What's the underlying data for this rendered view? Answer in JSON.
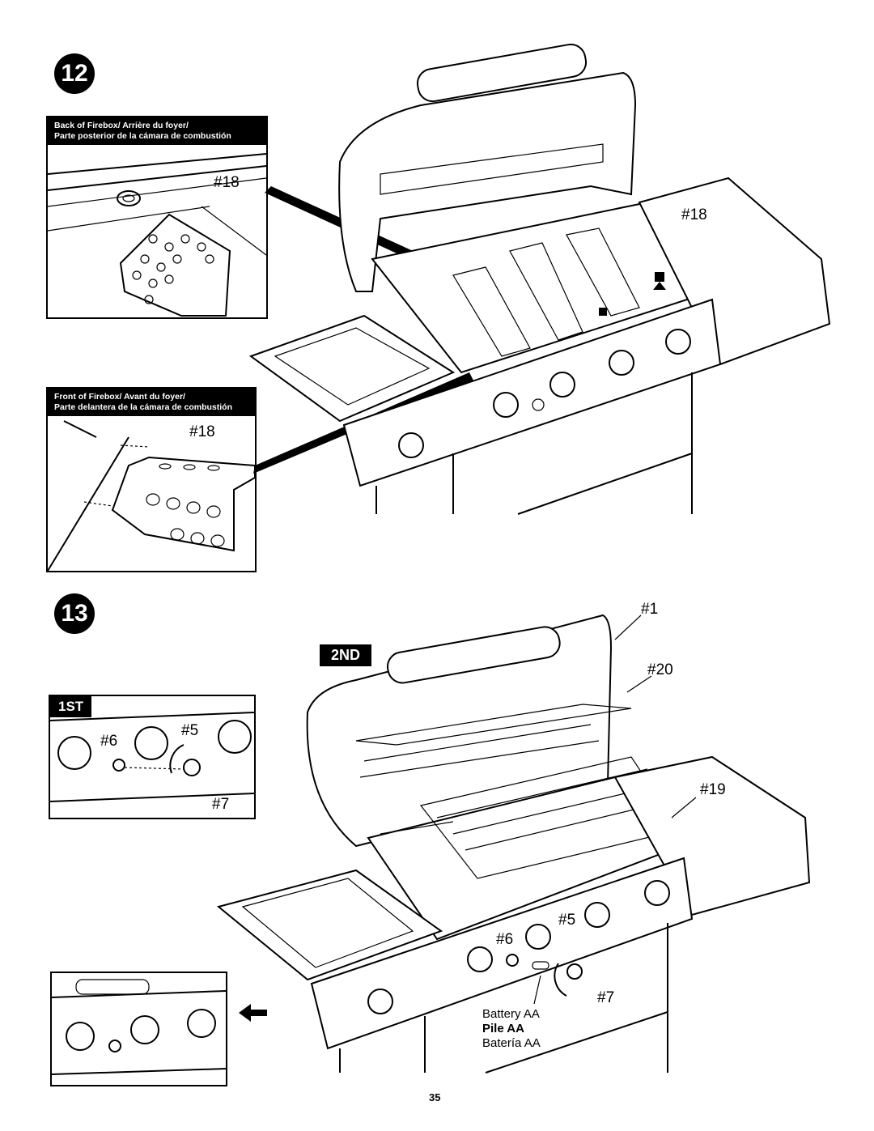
{
  "steps": [
    {
      "number": "12",
      "insets": [
        {
          "caption_line1": "Back of Firebox/ Arrière du foyer/",
          "caption_line2": "Parte posterior de la cámara de combustión",
          "part_label": "#18"
        },
        {
          "caption_line1": "Front of Firebox/ Avant du foyer/",
          "caption_line2": "Parte delantera de la cámara de combustión",
          "part_label": "#18"
        }
      ],
      "main_part_label": "#18"
    },
    {
      "number": "13",
      "order_first": "1ST",
      "order_second": "2ND",
      "inset_labels": {
        "knob": "#5",
        "igniter": "#6",
        "cap": "#7"
      },
      "main_labels": {
        "lid": "#1",
        "warming_rack": "#20",
        "cooking_grates": "#19",
        "knob": "#5",
        "igniter": "#6",
        "cap": "#7"
      },
      "battery": {
        "en": "Battery AA",
        "fr": "Pile AA",
        "es": "Batería AA"
      }
    }
  ],
  "page_number": "35"
}
